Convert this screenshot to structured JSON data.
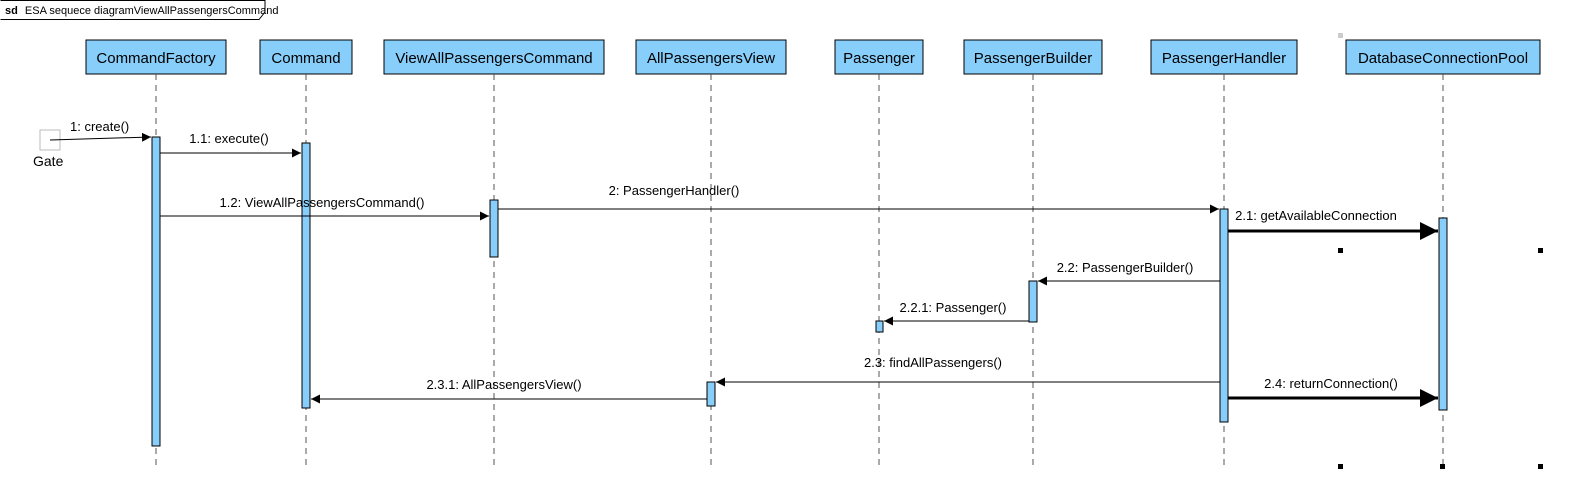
{
  "frame": {
    "keyword": "sd",
    "title": "ESA sequece diagramViewAllPassengersCommand"
  },
  "gate": {
    "label": "Gate"
  },
  "lifelines": [
    {
      "id": "command-factory",
      "label": "CommandFactory"
    },
    {
      "id": "command",
      "label": "Command"
    },
    {
      "id": "view-all-passengers-command",
      "label": "ViewAllPassengersCommand"
    },
    {
      "id": "all-passengers-view",
      "label": "AllPassengersView"
    },
    {
      "id": "passenger",
      "label": "Passenger"
    },
    {
      "id": "passenger-builder",
      "label": "PassengerBuilder"
    },
    {
      "id": "passenger-handler",
      "label": "PassengerHandler"
    },
    {
      "id": "database-connection-pool",
      "label": "DatabaseConnectionPool"
    }
  ],
  "messages": [
    {
      "id": "m1",
      "label": "1: create()",
      "from": "gate",
      "to": "command-factory",
      "style": "normal"
    },
    {
      "id": "m1-1",
      "label": "1.1: execute()",
      "from": "command-factory",
      "to": "command",
      "style": "normal"
    },
    {
      "id": "m1-2",
      "label": "1.2: ViewAllPassengersCommand()",
      "from": "command-factory",
      "to": "view-all-passengers-command",
      "style": "normal"
    },
    {
      "id": "m2",
      "label": "2: PassengerHandler()",
      "from": "view-all-passengers-command",
      "to": "passenger-handler",
      "style": "normal"
    },
    {
      "id": "m2-1",
      "label": "2.1: getAvailableConnection",
      "from": "passenger-handler",
      "to": "database-connection-pool",
      "style": "bold"
    },
    {
      "id": "m2-2",
      "label": "2.2: PassengerBuilder()",
      "from": "passenger-handler",
      "to": "passenger-builder",
      "style": "normal"
    },
    {
      "id": "m2-2-1",
      "label": "2.2.1: Passenger()",
      "from": "passenger-builder",
      "to": "passenger",
      "style": "normal"
    },
    {
      "id": "m2-3",
      "label": "2.3: findAllPassengers()",
      "from": "passenger-handler",
      "to": "all-passengers-view",
      "style": "normal"
    },
    {
      "id": "m2-3-1",
      "label": "2.3.1: AllPassengersView()",
      "from": "all-passengers-view",
      "to": "command",
      "style": "normal"
    },
    {
      "id": "m2-4",
      "label": "2.4: returnConnection()",
      "from": "passenger-handler",
      "to": "database-connection-pool",
      "style": "bold"
    }
  ],
  "colors": {
    "lifeline_fill": "#87CEFA",
    "activation_fill": "#87CEFA",
    "stroke": "#000000",
    "lifeline_dash": "#555555"
  }
}
